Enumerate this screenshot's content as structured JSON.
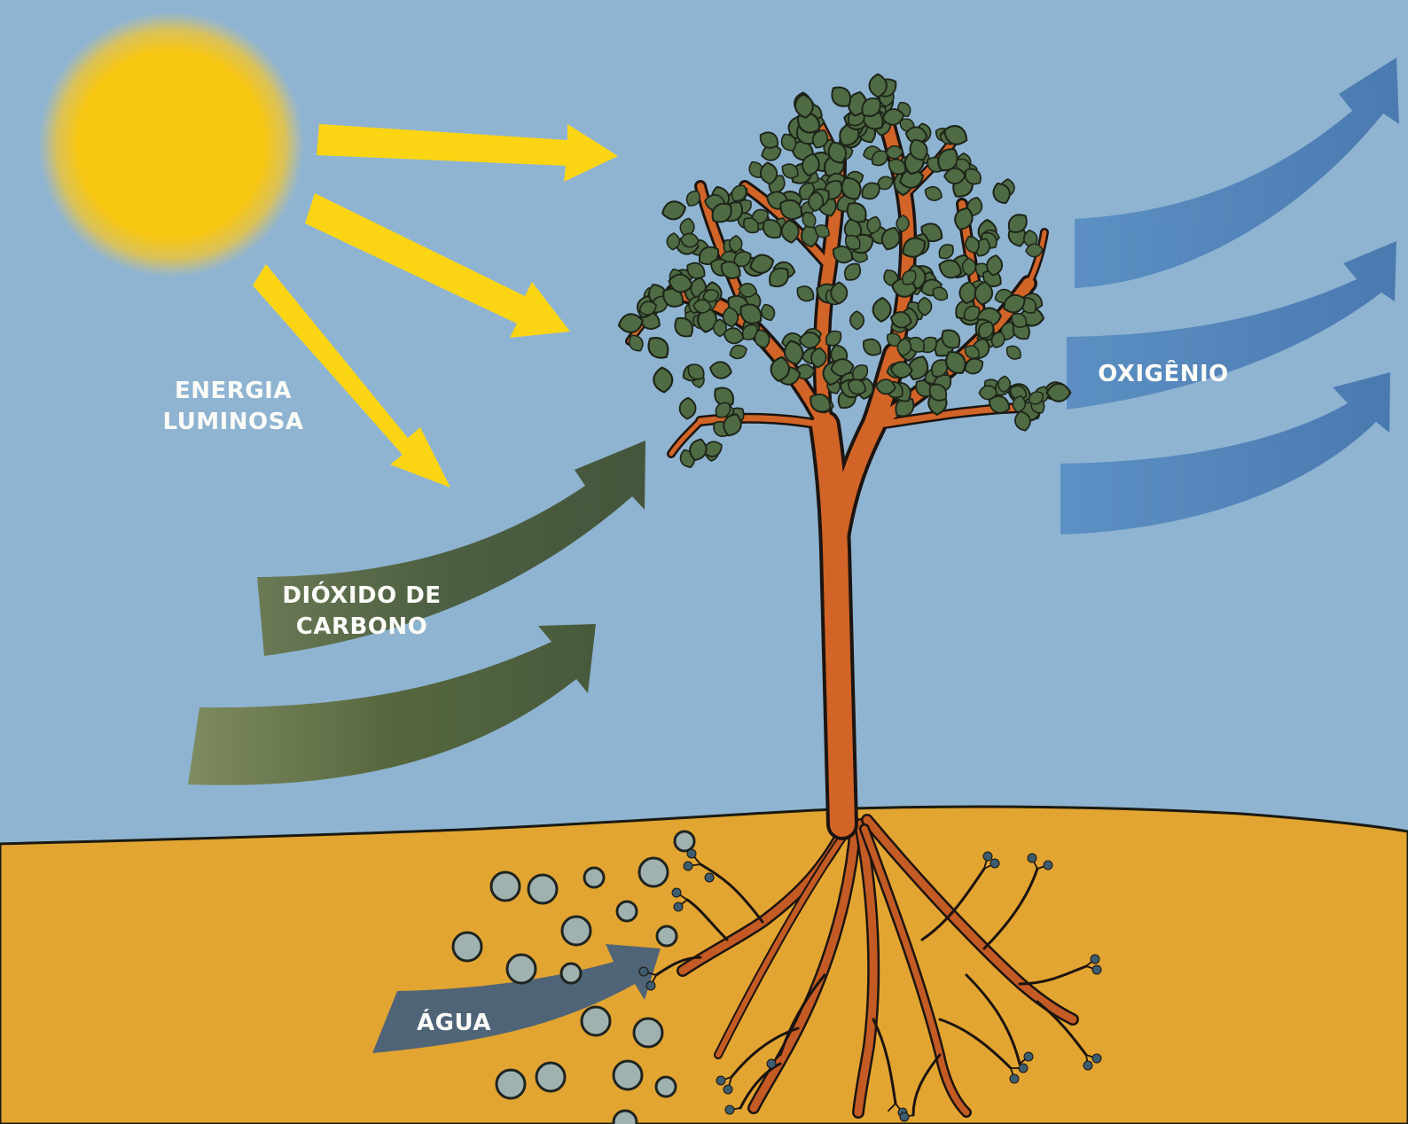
{
  "labels": {
    "light_line1": "ENERGIA",
    "light_line2": "LUMINOSA",
    "co2_line1": "DIÓXIDO DE",
    "co2_line2": "CARBONO",
    "oxygen": "OXIGÊNIO",
    "water": "ÁGUA"
  },
  "colors": {
    "sky": "#8fb4d2",
    "soil": "#e3a531",
    "sun": "#f8c712",
    "light_arrow": "#fbd514",
    "co2_arrow": "#48593f",
    "oxygen_arrow": "#4d81b8",
    "water_arrow": "#506477",
    "trunk": "#d26427",
    "leaf": "#4f6b44",
    "water_drop": "#9fb2b0"
  }
}
